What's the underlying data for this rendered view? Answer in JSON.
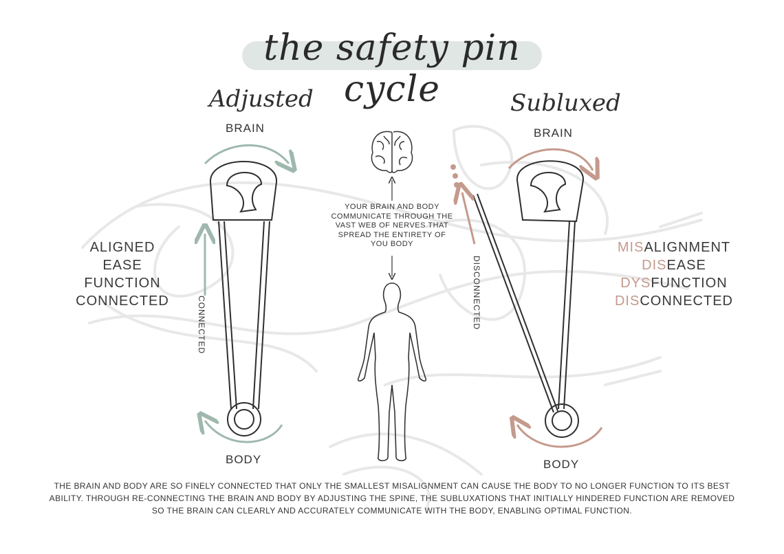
{
  "title": "the safety pin cycle",
  "adjusted": {
    "heading": "Adjusted",
    "brain_label": "BRAIN",
    "body_label": "BODY",
    "state_label": "CONNECTED",
    "words": [
      "ALIGNED",
      "EASE",
      "FUNCTION",
      "CONNECTED"
    ]
  },
  "subluxed": {
    "heading": "Subluxed",
    "brain_label": "BRAIN",
    "body_label": "BODY",
    "state_label": "DISCONNECTED",
    "words": [
      {
        "prefix": "MIS",
        "rest": "ALIGNMENT"
      },
      {
        "prefix": "DIS",
        "rest": "EASE"
      },
      {
        "prefix": "DYS",
        "rest": "FUNCTION"
      },
      {
        "prefix": "DIS",
        "rest": "CONNECTED"
      }
    ]
  },
  "center_text": "YOUR BRAIN AND BODY COMMUNICATE THROUGH THE VAST WEB OF NERVES THAT SPREAD THE ENTIRETY OF YOU BODY",
  "bottom_text": "THE BRAIN AND BODY ARE SO FINELY CONNECTED THAT ONLY THE SMALLEST MISALIGNMENT CAN CAUSE THE  BODY TO NO LONGER FUNCTION TO ITS BEST ABILITY. THROUGH RE-CONNECTING THE BRAIN AND BODY BY ADJUSTING THE SPINE, THE SUBLUXATIONS THAT INITIALLY  HINDERED FUNCTION ARE REMOVED SO THE BRAIN CAN CLEARLY AND ACCURATELY COMMUNICATE WITH THE BODY, ENABLING OPTIMAL FUNCTION.",
  "colors": {
    "sage": "#9fb8ad",
    "rose": "#c49a8c",
    "ink": "#333333",
    "watermark": "#e6e6e6",
    "title_pill": "#dfe6e3"
  },
  "icons": {
    "brain": "brain-icon",
    "human_figure": "human-figure-icon",
    "pin_closed": "safety-pin-closed-icon",
    "pin_open": "safety-pin-open-icon"
  }
}
